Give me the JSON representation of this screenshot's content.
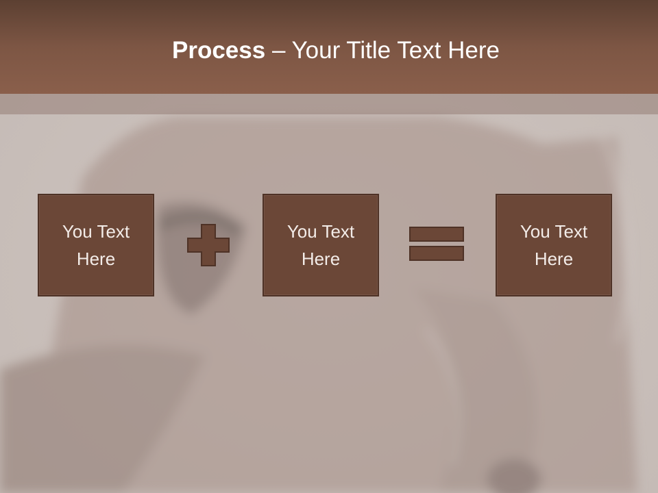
{
  "slide": {
    "title_bold": "Process",
    "title_rest": " – Your Title Text Here"
  },
  "process": {
    "boxes": [
      {
        "text": "You Text Here"
      },
      {
        "text": "You Text Here"
      },
      {
        "text": "You Text Here"
      }
    ],
    "operators": [
      "plus-icon",
      "equals-icon"
    ]
  },
  "colors": {
    "header": "#7d5644",
    "box_fill": "#6b4737",
    "box_border": "#4e3226",
    "background": "#cbc1bc",
    "text_light": "#ffffff"
  }
}
